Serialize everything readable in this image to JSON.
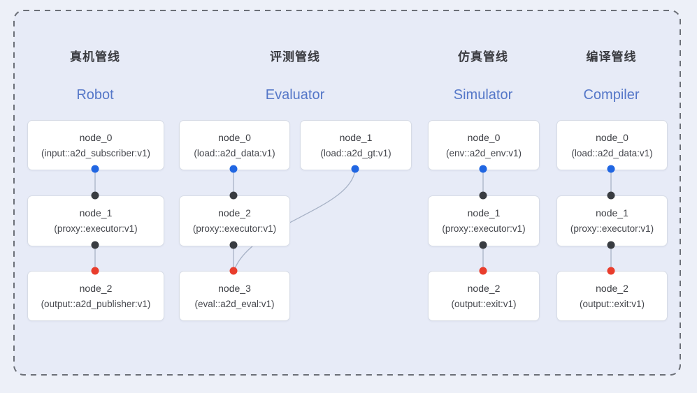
{
  "colors": {
    "background": "#edf0f8",
    "panel_fill": "#e7ebf7",
    "panel_border": "#6b6f77",
    "node_fill": "#ffffff",
    "node_border": "#d7dce6",
    "connector": "#a7b2c6",
    "port_blue": "#2066e2",
    "port_dark": "#393c41",
    "port_red": "#e93d2c",
    "title_cn_color": "#3b3c41",
    "title_en_color": "#5577c8"
  },
  "pipelines": [
    {
      "id": "robot",
      "title_cn": "真机管线",
      "title_en": "Robot",
      "nodes": [
        {
          "name": "node_0",
          "type": "(input::a2d_subscriber:v1)",
          "ports": {
            "bottom": "blue"
          }
        },
        {
          "name": "node_1",
          "type": "(proxy::executor:v1)",
          "ports": {
            "top": "dark",
            "bottom": "dark"
          }
        },
        {
          "name": "node_2",
          "type": "(output::a2d_publisher:v1)",
          "ports": {
            "top": "red"
          }
        }
      ],
      "connections": [
        {
          "from": "node_0",
          "to": "node_1",
          "style": "straight"
        },
        {
          "from": "node_1",
          "to": "node_2",
          "style": "straight"
        }
      ]
    },
    {
      "id": "evaluator",
      "title_cn": "评测管线",
      "title_en": "Evaluator",
      "nodes": [
        {
          "name": "node_0",
          "type": "(load::a2d_data:v1)",
          "ports": {
            "bottom": "blue"
          }
        },
        {
          "name": "node_1",
          "type": "(load::a2d_gt:v1)",
          "ports": {
            "bottom": "blue"
          }
        },
        {
          "name": "node_2",
          "type": "(proxy::executor:v1)",
          "ports": {
            "top": "dark",
            "bottom": "dark"
          }
        },
        {
          "name": "node_3",
          "type": "(eval::a2d_eval:v1)",
          "ports": {
            "top": "red"
          }
        }
      ],
      "connections": [
        {
          "from": "node_0",
          "to": "node_2",
          "style": "straight"
        },
        {
          "from": "node_2",
          "to": "node_3",
          "style": "straight"
        },
        {
          "from": "node_1",
          "to": "node_3",
          "style": "curved"
        }
      ]
    },
    {
      "id": "simulator",
      "title_cn": "仿真管线",
      "title_en": "Simulator",
      "nodes": [
        {
          "name": "node_0",
          "type": "(env::a2d_env:v1)",
          "ports": {
            "bottom": "blue"
          }
        },
        {
          "name": "node_1",
          "type": "(proxy::executor:v1)",
          "ports": {
            "top": "dark",
            "bottom": "dark"
          }
        },
        {
          "name": "node_2",
          "type": "(output::exit:v1)",
          "ports": {
            "top": "red"
          }
        }
      ],
      "connections": [
        {
          "from": "node_0",
          "to": "node_1",
          "style": "straight"
        },
        {
          "from": "node_1",
          "to": "node_2",
          "style": "straight"
        }
      ]
    },
    {
      "id": "compiler",
      "title_cn": "编译管线",
      "title_en": "Compiler",
      "nodes": [
        {
          "name": "node_0",
          "type": "(load::a2d_data:v1)",
          "ports": {
            "bottom": "blue"
          }
        },
        {
          "name": "node_1",
          "type": "(proxy::executor:v1)",
          "ports": {
            "top": "dark",
            "bottom": "dark"
          }
        },
        {
          "name": "node_2",
          "type": "(output::exit:v1)",
          "ports": {
            "top": "red"
          }
        }
      ],
      "connections": [
        {
          "from": "node_0",
          "to": "node_1",
          "style": "straight"
        },
        {
          "from": "node_1",
          "to": "node_2",
          "style": "straight"
        }
      ]
    }
  ]
}
